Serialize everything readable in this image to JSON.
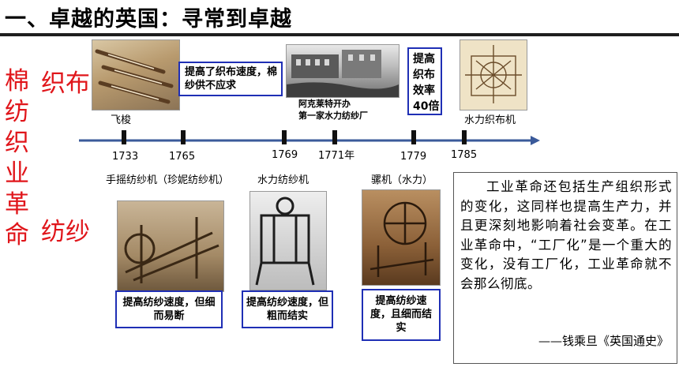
{
  "title": "一、卓越的英国：寻常到卓越",
  "left_column": [
    "棉",
    "纺",
    "织",
    "业",
    "革",
    "命"
  ],
  "category_weaving": "织布",
  "category_spinning": "纺纱",
  "timeline": {
    "years": [
      "1733",
      "1765",
      "1769",
      "1771年",
      "1779",
      "1785"
    ]
  },
  "top_items": {
    "flying_shuttle": "飞梭",
    "note_shuttle": "提高了织布速度，棉纱供不应求",
    "arkwright_caption_1": "阿克莱特开办",
    "arkwright_caption_2": "第一家水力纺纱厂",
    "note_loom_1": "提高",
    "note_loom_2": "织布",
    "note_loom_3": "效率",
    "note_loom_4": "40倍",
    "power_loom": "水力织布机"
  },
  "bottom_items": {
    "jenny": "手摇纺纱机（珍妮纺纱机）",
    "water_frame": "水力纺纱机",
    "mule": "骡机（水力）",
    "note_jenny": "提高纺纱速度，但细而易断",
    "note_water": "提高纺纱速度，但粗而结实",
    "note_mule": "提高纺纱速度，且细而结实"
  },
  "quote": {
    "text": "工业革命还包括生产组织形式的变化，这同样也提高生产力，并且更深刻地影响着社会变革。在工业革命中，“工厂化”是一个重大的变化，没有工厂化，工业革命就不会那么彻底。",
    "source": "——钱乘旦《英国通史》"
  },
  "colors": {
    "red": "#e0161b",
    "note_border": "#1f2fb5",
    "timeline": "#3a5a9a"
  }
}
